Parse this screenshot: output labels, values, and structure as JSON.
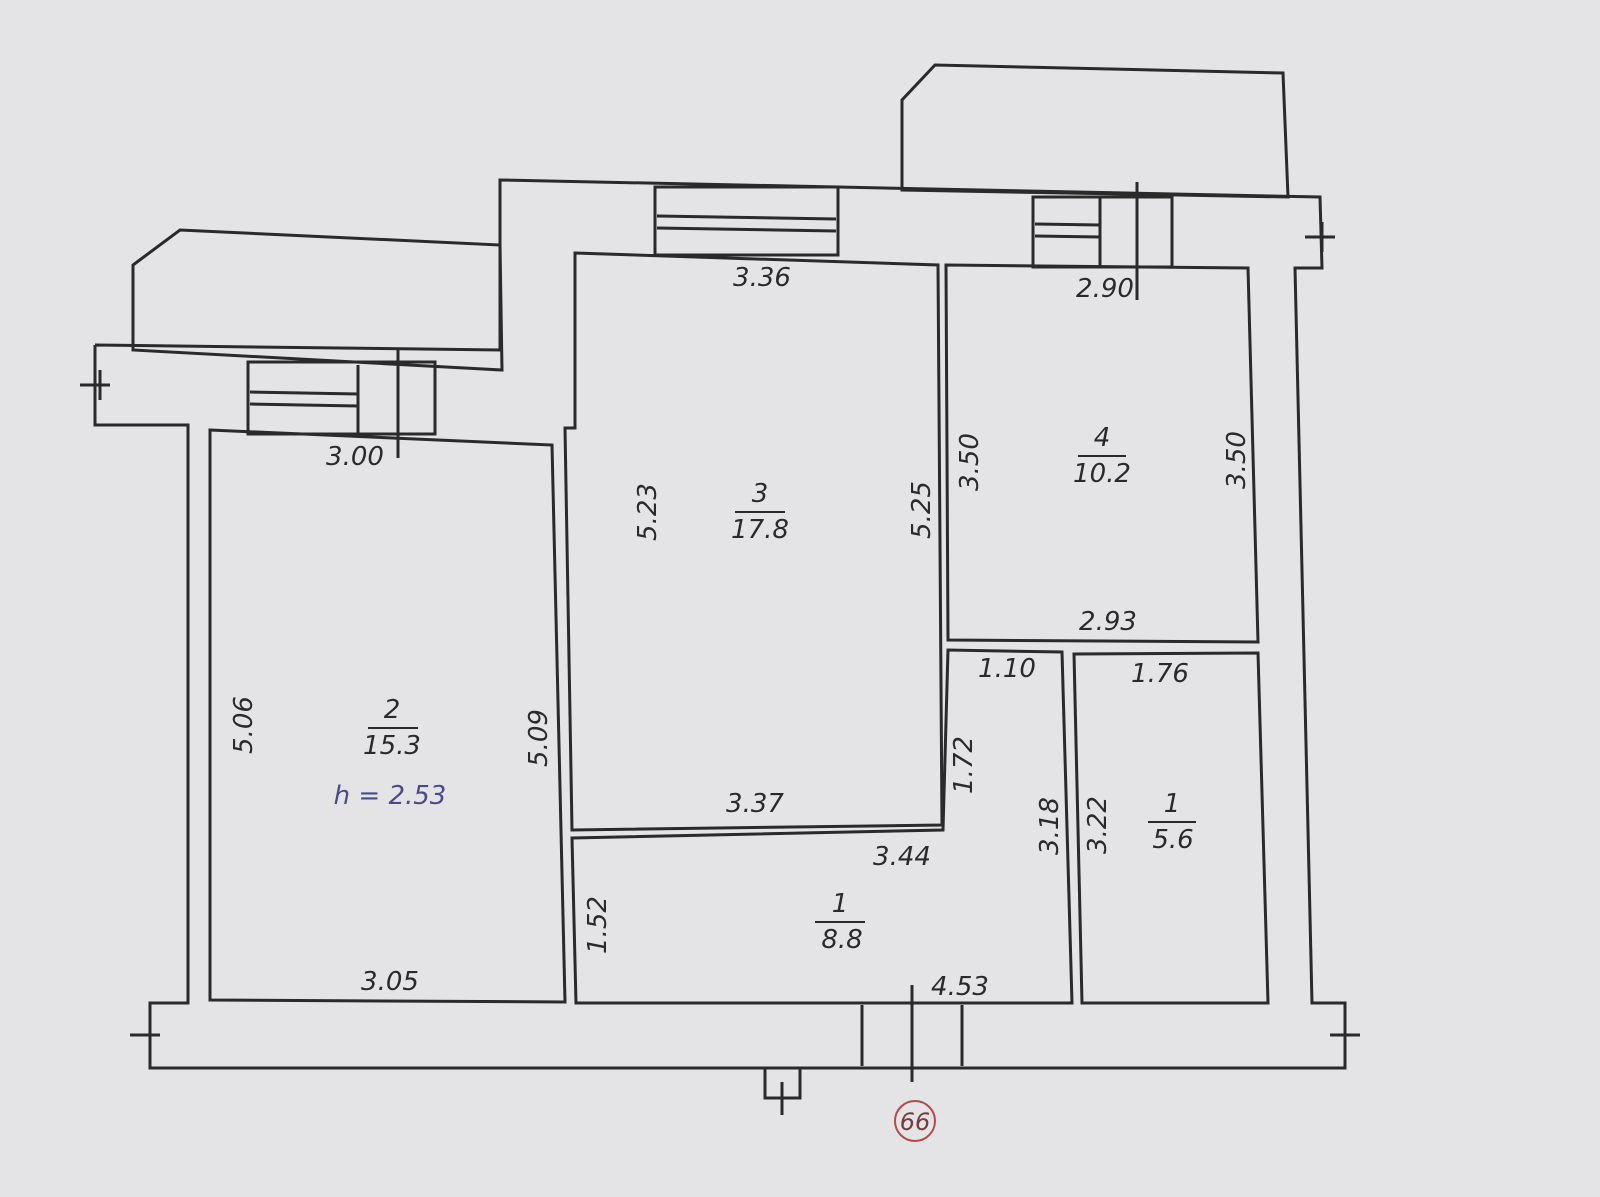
{
  "plan_number": "66",
  "ceiling_height": "h = 2.53",
  "rooms": [
    {
      "number": "2",
      "area": "15.3",
      "dims": {
        "top": "3.00",
        "bottom": "3.05",
        "left": "5.06",
        "right": "5.09"
      }
    },
    {
      "number": "3",
      "area": "17.8",
      "dims": {
        "top": "3.36",
        "bottom": "3.37",
        "left": "5.23",
        "right": "5.25"
      }
    },
    {
      "number": "4",
      "area": "10.2",
      "dims": {
        "top": "2.90",
        "bottom": "2.93",
        "left": "3.50",
        "right": "3.50"
      }
    },
    {
      "number": "1",
      "area": "8.8",
      "dims": {
        "top_small": "1.10",
        "top": "3.44",
        "bottom": "4.53",
        "left": "1.52",
        "right_upper": "1.72",
        "right": "3.18"
      }
    },
    {
      "number": "1",
      "area": "5.6",
      "dims": {
        "top": "1.76",
        "left": "3.22"
      }
    }
  ]
}
